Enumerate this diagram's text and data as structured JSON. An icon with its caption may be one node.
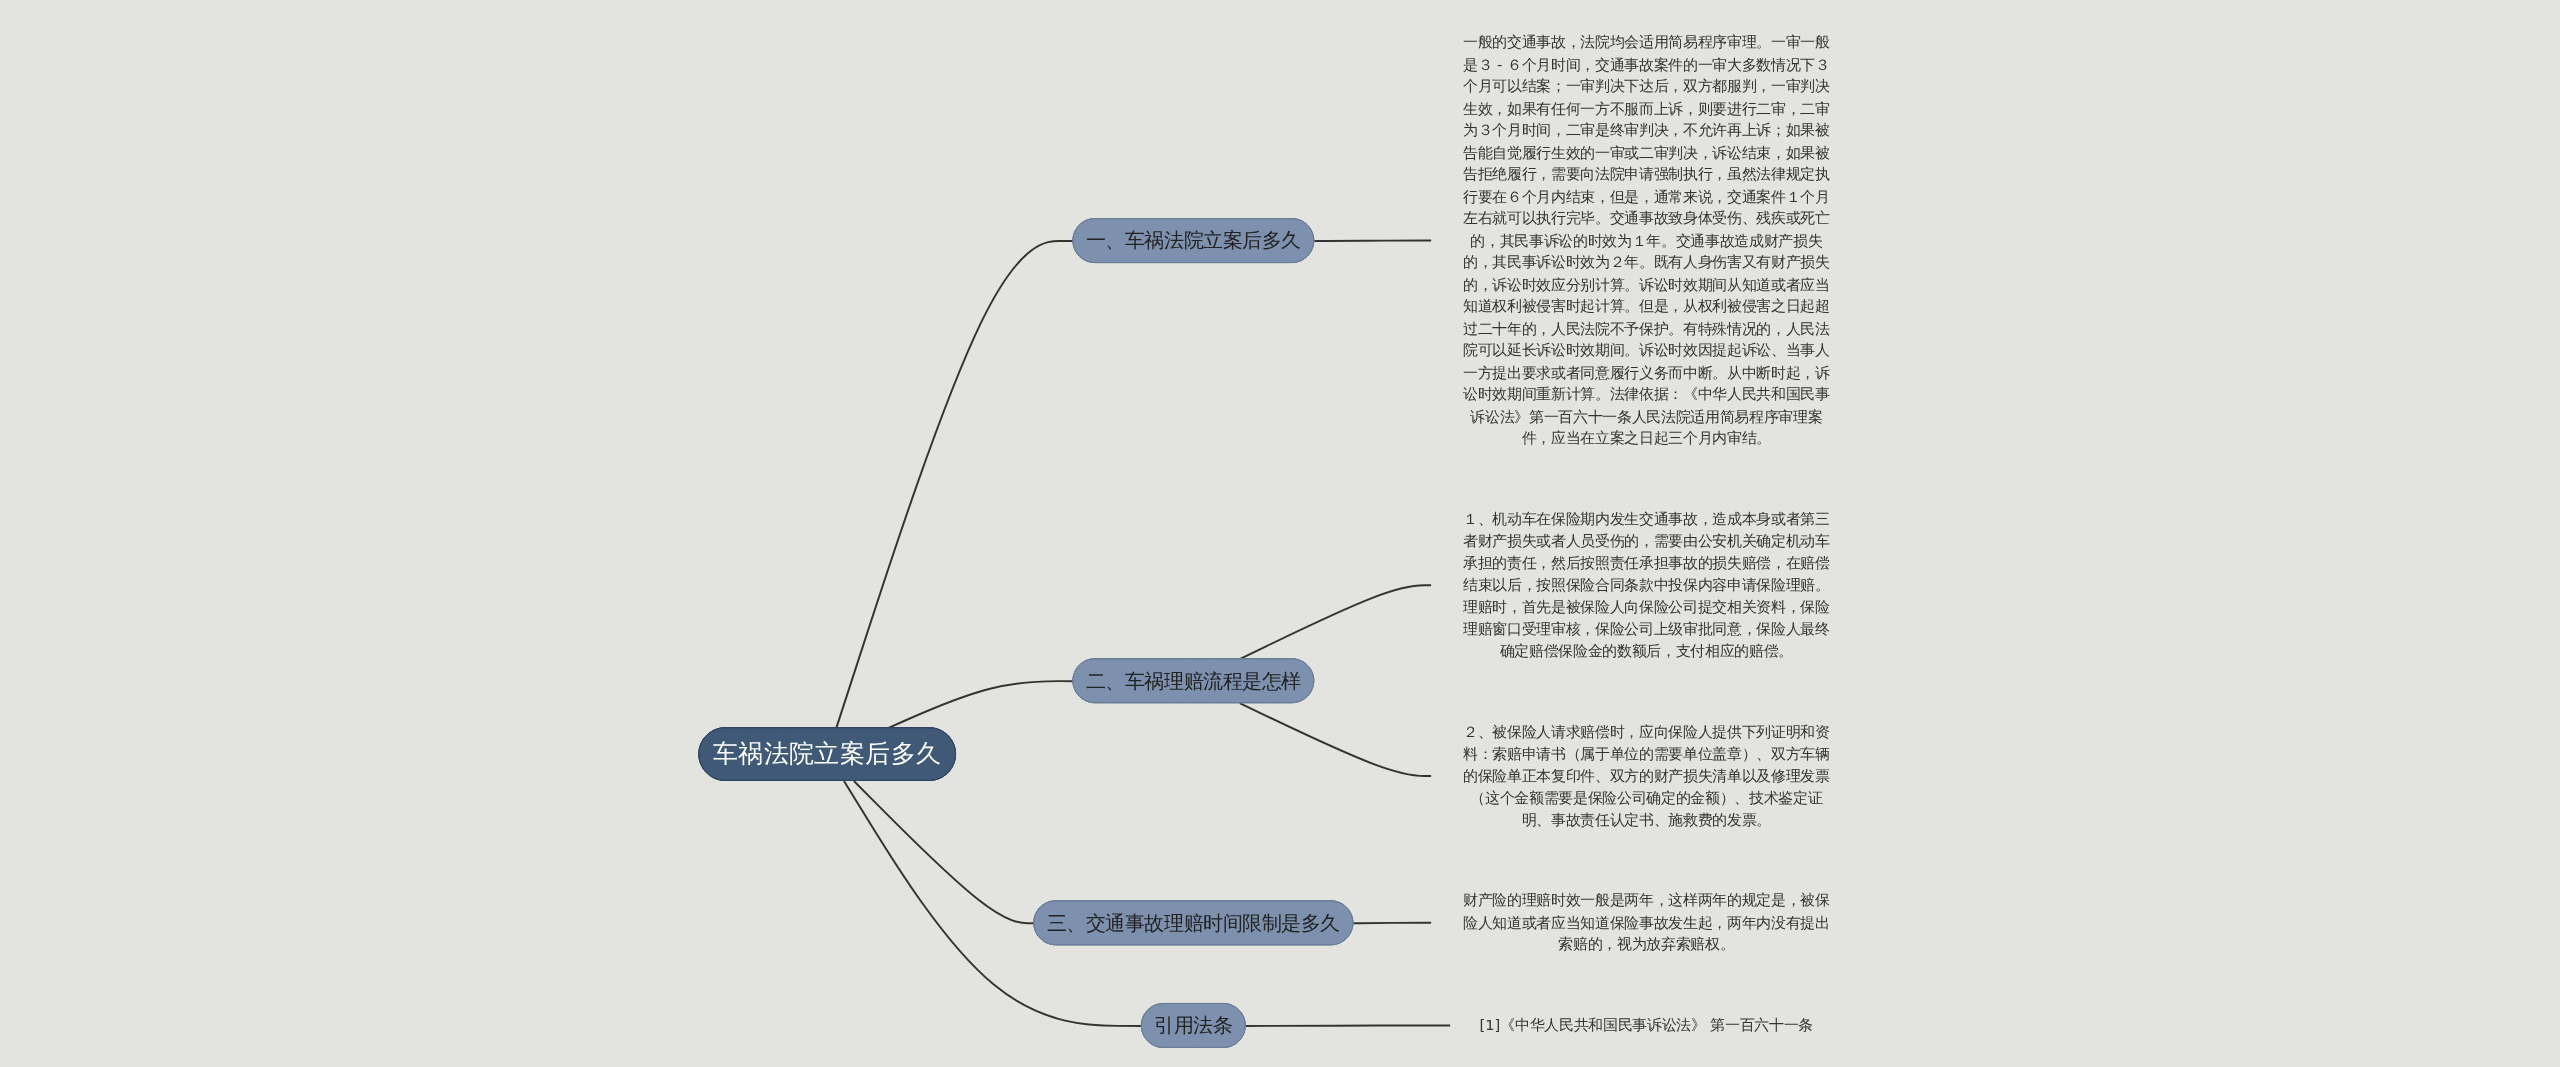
{
  "diagram": {
    "nodes": [
      {
        "text": [
          "车祸法院立案后多久"
        ]
      },
      {
        "text": [
          "一、车祸法院立案后多久"
        ]
      },
      {
        "text": [
          "一般的交通事故，法院均会适用简易程序审理。一审一般是３ - ６个月时间，交通事故案件的一审大多数情况下３个月可以结案；一审判决下达后，双方都服判，一审判决生效，如果有任何一方不服而上诉，则要进行二审，二审为３个月时间，二审是终审判决，不允许再上诉；如果被告能自觉履行生效的一审或二审判决，诉讼结束，如果被告拒绝履行，需要向法院申请强制执行，虽然法律规定执行要在６个月内结束，但是，通常来说，交通案件１个月左右就可以执行完毕。交通事故致身体受伤、残疾或死亡的，其民事诉讼的时效为１年。交通事故造成财产损失的，其民事诉讼时效为２年。既有人身伤害又有财产损失的，诉讼时效应分别计算。诉讼时效期间从知道或者应当知道权利被侵害时起计算。但是，从权利被侵害之日起超过二十年的，人民法院不予保护。有特殊情况的，人民法院可以延长诉讼时效期间。诉讼时效因提起诉讼、当事人一方提出要求或者同意履行义务而中断。从中断时起，诉讼时效期间重新计算。法律依据：《中华人民共和国民事诉讼法》第一百六十一条人民法院适用简易程序审理案件，应当在立案之日起三个月内审结。"
        ]
      },
      {
        "text": [
          "二、车祸理赔流程是怎样"
        ]
      },
      {
        "text": [
          "１、机动车在保险期内发生交通事故，造成本身或者第三者财产损失或者人员受伤的，需要由公安机关确定机动车承担的责任，然后按照责任承担事故的损失赔偿，在赔偿结束以后，按照保险合同条款中投保内容申请保险理赔。理赔时，首先是被保险人向保险公司提交相关资料，保险理赔窗口受理审核，保险公司上级审批同意，保险人最终确定赔偿保险金的数额后，支付相应的赔偿。"
        ]
      },
      {
        "text": [
          "２、被保险人请求赔偿时，应向保险人提供下列证明和资料：索赔申请书（属于单位的需要单位盖章）、双方车辆的保险单正本复印件、双方的财产损失清单以及修理发票（这个金额需要是保险公司确定的金额）、技术鉴定证明、事故责任认定书、施救费的发票。"
        ]
      },
      {
        "text": [
          "三、交通事故理赔时间限制是多久"
        ]
      },
      {
        "text": [
          "财产险的理赔时效一般是两年，这样两年的规定是，被保险人知道或者应当知道保险事故发生起，两年内没有提出索赔的，视为放弃索赔权。"
        ]
      },
      {
        "text": [
          "引用法条"
        ]
      },
      {
        "text": [
          "[1]《中华人民共和国民事诉讼法》 第一百六十一条"
        ]
      }
    ],
    "edges": [
      {
        "from": 0,
        "to": 1,
        "arrow": "none"
      },
      {
        "from": 1,
        "to": 2,
        "arrow": "none"
      },
      {
        "from": 0,
        "to": 3,
        "arrow": "none"
      },
      {
        "from": 3,
        "to": 4,
        "arrow": "none"
      },
      {
        "from": 3,
        "to": 5,
        "arrow": "none"
      },
      {
        "from": 0,
        "to": 6,
        "arrow": "none"
      },
      {
        "from": 6,
        "to": 7,
        "arrow": "none"
      },
      {
        "from": 0,
        "to": 8,
        "arrow": "none"
      },
      {
        "from": 8,
        "to": 9,
        "arrow": "none"
      }
    ]
  }
}
